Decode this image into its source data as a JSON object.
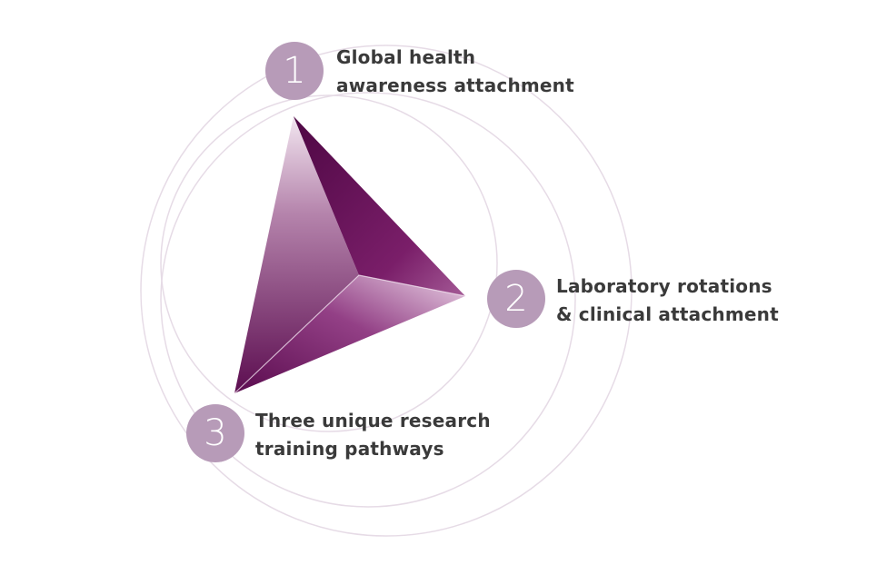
{
  "colors": {
    "badge_fill": "#b79bb8",
    "badge_text": "#ffffff",
    "ring_stroke": "#e6dbe6",
    "pyramid_dark": "#5a0b4e",
    "pyramid_mid": "#8a2b78",
    "pyramid_light": "#ecdcea",
    "label_text": "#3a3a3a"
  },
  "steps": [
    {
      "number": "1",
      "line1": "Global health",
      "line2": "awareness attachment"
    },
    {
      "number": "2",
      "line1": "Laboratory rotations",
      "line2": "& clinical attachment"
    },
    {
      "number": "3",
      "line1": "Three unique research",
      "line2": "training pathways"
    }
  ]
}
